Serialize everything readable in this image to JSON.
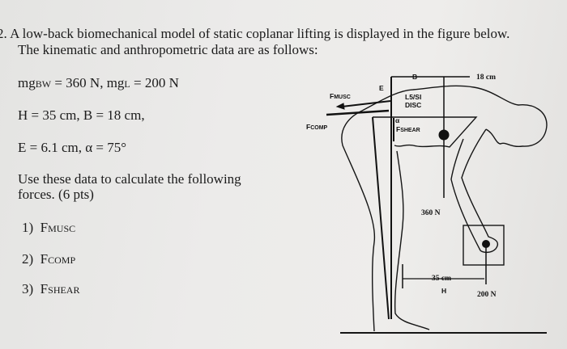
{
  "problem": {
    "number_prefix": "2.",
    "line1": "A low-back biomechanical model of static coplanar lifting is displayed in the figure below.",
    "line2": "The kinematic and anthropometric data are as follows:",
    "weights": {
      "mg1": "mg",
      "sub1": "BW",
      "val1": " = 360 N, mg",
      "sub2": "L",
      "val2": " = 200 N"
    },
    "dims": "H = 35 cm, B = 18 cm,",
    "angle": "E = 6.1 cm, α = 75°",
    "instr1": "Use these data to calculate the following",
    "instr2": "forces. (6 pts)",
    "items": [
      {
        "num": "1)",
        "f": "F",
        "sub": "MUSC"
      },
      {
        "num": "2)",
        "f": "F",
        "sub": "COMP"
      },
      {
        "num": "3)",
        "f": "F",
        "sub": "SHEAR"
      }
    ]
  },
  "figure": {
    "f_musc": "F",
    "f_musc_sub": "MUSC",
    "f_comp": "F",
    "f_comp_sub": "COMP",
    "f_shear": "F",
    "f_shear_sub": "SHEAR",
    "e": "E",
    "alpha": "α",
    "disc1": "L5/SI",
    "disc2": "DISC",
    "b": "B",
    "b_val": "18 cm",
    "body_weight": "360 N",
    "h_val": "35 cm",
    "h": "H",
    "load": "200 N"
  }
}
